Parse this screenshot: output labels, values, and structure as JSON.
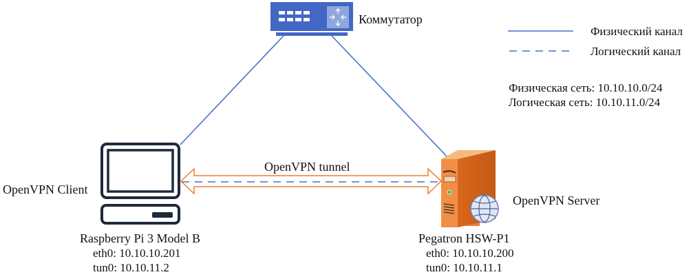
{
  "switch": {
    "label": "Коммутатор",
    "icon": "network-switch-icon"
  },
  "legend": {
    "physical": {
      "label": "Физический канал",
      "style": "solid",
      "color": "#4472c4"
    },
    "logical": {
      "label": "Логический канал",
      "style": "dashed",
      "color": "#4472c4"
    }
  },
  "networks": {
    "physical": "Физическая сеть: 10.10.10.0/24",
    "logical": "Логическая сеть: 10.10.11.0/24"
  },
  "client": {
    "role": "OpenVPN Client",
    "device": "Raspberry Pi 3 Model B",
    "eth0": "eth0: 10.10.10.201",
    "tun0": "tun0: 10.10.11.2",
    "icon": "desktop-computer-icon"
  },
  "server": {
    "role": "OpenVPN Server",
    "device": "Pegatron HSW-P1",
    "eth0": "eth0: 10.10.10.200",
    "tun0": "tun0: 10.10.11.1",
    "icon": "server-globe-icon"
  },
  "tunnel": {
    "label": "OpenVPN tunnel",
    "arrow_color": "#ed7d31",
    "line_color": "#4472c4"
  },
  "colors": {
    "switch_blue": "#4367c4",
    "monitor_dark": "#1e2a3a",
    "server_orange": "#e8803a"
  }
}
